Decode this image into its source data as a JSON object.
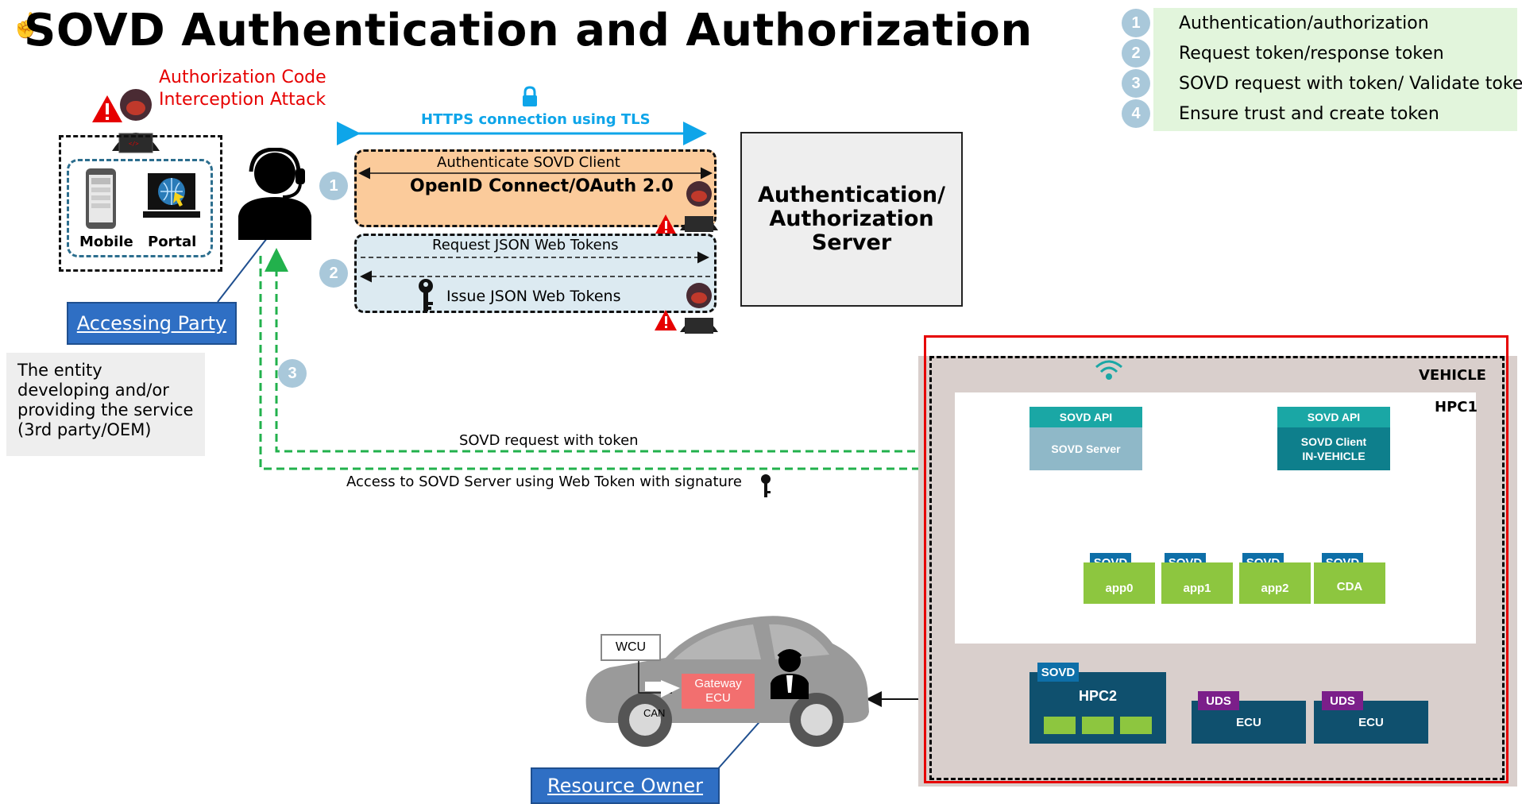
{
  "title": "SOVD Authentication and Authorization",
  "legend": [
    {
      "num": "1",
      "text": "Authentication/authorization"
    },
    {
      "num": "2",
      "text": "Request token/response token"
    },
    {
      "num": "3",
      "text": "SOVD request with token/ Validate token"
    },
    {
      "num": "4",
      "text": "Ensure trust and create token"
    }
  ],
  "attack_label": [
    "Authorization Code",
    "Interception Attack"
  ],
  "https_label": "HTTPS connection using TLS",
  "oauth": {
    "top": "Authenticate SOVD Client",
    "main": "OpenID Connect/OAuth 2.0"
  },
  "jwt": {
    "request": "Request JSON Web Tokens",
    "issue": "Issue JSON Web Tokens"
  },
  "auth_server": [
    "Authentication/",
    "Authorization",
    "Server"
  ],
  "client_labels": {
    "mobile": "Mobile",
    "portal": "Portal"
  },
  "accessing_party": "Accessing Party",
  "entity_text": "The entity developing and/or providing the service (3rd party/OEM)",
  "flows": {
    "sovd_request": "SOVD request with token",
    "access": "Access to SOVD Server using Web Token with signature"
  },
  "vehicle": {
    "label": "VEHICLE",
    "hpc1": "HPC1",
    "sovd_api": "SOVD API",
    "sovd_server": "SOVD Server",
    "client_api": "SOVD API",
    "client_line1": "SOVD Client",
    "client_line2": "IN-VEHICLE",
    "apps": [
      {
        "tag": "SOVD",
        "name": "app0"
      },
      {
        "tag": "SOVD",
        "name": "app1"
      },
      {
        "tag": "SOVD",
        "name": "app2"
      },
      {
        "tag": "SOVD",
        "name": "CDA"
      }
    ],
    "hpc2_tag": "SOVD",
    "hpc2": "HPC2",
    "ecus": [
      {
        "tag": "UDS",
        "name": "ECU"
      },
      {
        "tag": "UDS",
        "name": "ECU"
      }
    ]
  },
  "car": {
    "wcu": "WCU",
    "gateway": [
      "Gateway",
      "ECU"
    ],
    "can": "CAN"
  },
  "resource_owner": "Resource Owner",
  "colors": {
    "accent_blue": "#2f6fc4",
    "attack_red": "#e60000",
    "tls_blue": "#0ea5e9",
    "flow_green": "#22b14c",
    "teal": "#1aa7a5"
  },
  "icons": [
    "hacker-icon",
    "warning-icon",
    "lock-icon",
    "key-icon",
    "headset-person-icon",
    "smartphone-icon",
    "laptop-icon",
    "wifi-icon",
    "driver-icon",
    "car-icon",
    "hand-cursor-icon"
  ]
}
